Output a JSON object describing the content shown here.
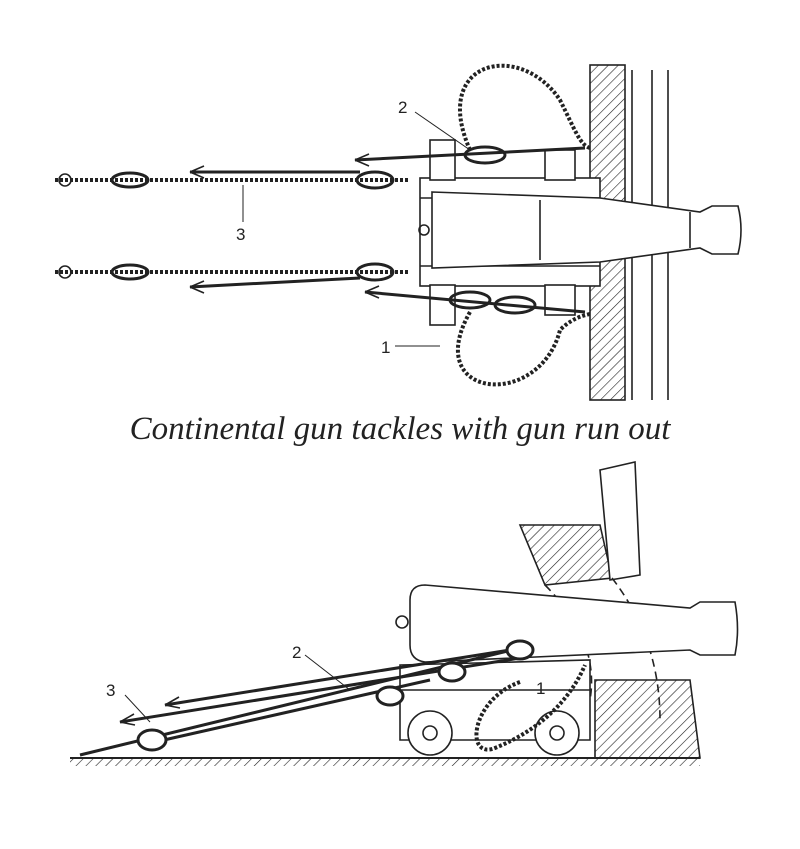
{
  "caption": "Continental gun tackles with gun run out",
  "top_view": {
    "labels": {
      "l1": "1",
      "l2": "2",
      "l3": "3"
    }
  },
  "side_view": {
    "labels": {
      "l1": "1",
      "l2": "2",
      "l3": "3"
    }
  },
  "colors": {
    "ink": "#222222",
    "background": "#ffffff"
  }
}
